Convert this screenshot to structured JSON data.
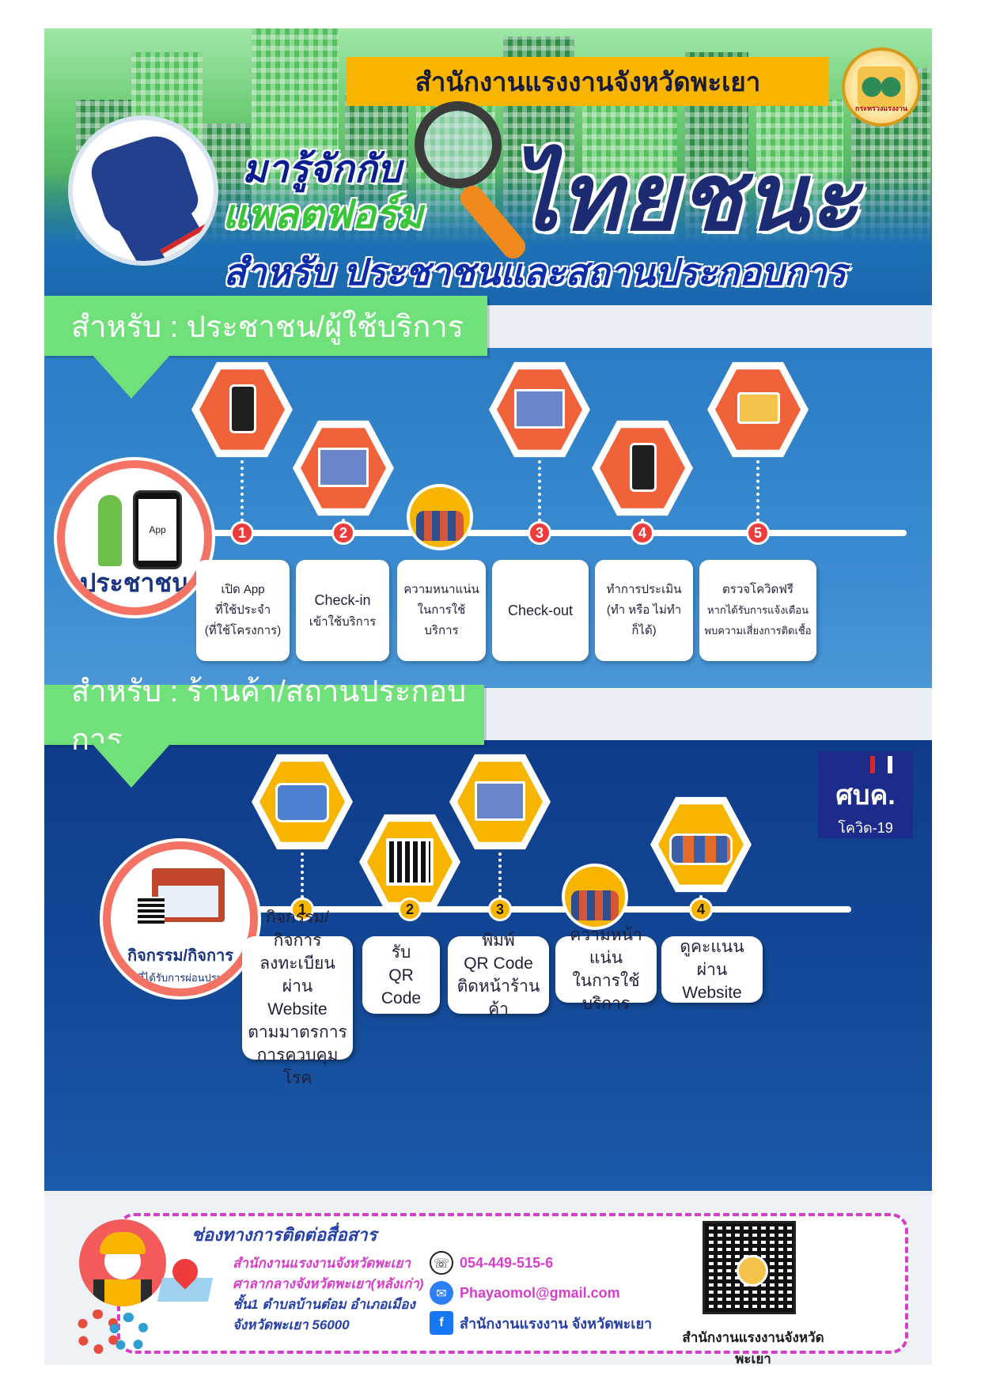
{
  "header": {
    "office": "สำนักงานแรงงานจังหวัดพะเยา",
    "seal_text": "กระทรวงแรงงาน",
    "title_line1": "มารู้จักกับ",
    "title_line2": "แพลตฟอร์ม",
    "brand": "ไทยชนะ",
    "subtitle": "สำหรับ ประชาชนและสถานประกอบการ"
  },
  "section_people": {
    "tab": "สำหรับ : ประชาชน/ผู้ใช้บริการ",
    "actor": "ประชาชน",
    "phone_label": "App",
    "steps": [
      {
        "num": "1",
        "lines": [
          "เปิด App",
          "ที่ใช้ประจำ",
          "(ที่ใช้โครงการ)"
        ]
      },
      {
        "num": "2",
        "lines": [
          "Check-in",
          "เข้าใช้บริการ"
        ]
      },
      {
        "num": "",
        "lines": [
          "ความหนาแน่น",
          "ในการใช้บริการ"
        ]
      },
      {
        "num": "3",
        "lines": [
          "Check-out"
        ]
      },
      {
        "num": "4",
        "lines": [
          "ทำการประเมิน",
          "(ทำ หรือ ไม่ทำก็ได้)"
        ]
      },
      {
        "num": "5",
        "lines": [
          "ตรวจโควิดฟรี",
          "หากได้รับการแจ้งเตือน",
          "พบความเสี่ยงการติดเชื้อ"
        ]
      }
    ]
  },
  "section_business": {
    "tab": "สำหรับ : ร้านค้า/สถานประกอบการ",
    "actor": "กิจกรรม/กิจการ",
    "actor_sub": "ที่ได้รับการผ่อนปรน",
    "cdc_logo": {
      "line1": "ศบค.",
      "line2": "โควิด-19"
    },
    "steps": [
      {
        "num": "1",
        "lines": [
          "กิจกรรม/กิจการ",
          "ลงทะเบียนผ่าน",
          "Website",
          "ตามมาตรการ",
          "การควบคุมโรค"
        ]
      },
      {
        "num": "2",
        "lines": [
          "รับ",
          "QR Code"
        ]
      },
      {
        "num": "3",
        "lines": [
          "พิมพ์",
          "QR Code",
          "ติดหน้าร้านค้า"
        ]
      },
      {
        "num": "",
        "lines": [
          "ความหน้าแน่น",
          "ในการใช้บริการ"
        ]
      },
      {
        "num": "4",
        "lines": [
          "ดูคะแนนผ่าน",
          "Website"
        ]
      }
    ]
  },
  "footer": {
    "title": "ช่องทางการติดต่อสื่อสาร",
    "address": [
      "สำนักงานแรงงานจังหวัดพะเยา",
      "ศาลากลางจังหวัดพะเยา(หลังเก่า)",
      "ชั้น1 ตำบลบ้านต๋อม อำเภอเมือง",
      "จังหวัดพะเยา 56000"
    ],
    "phone": "054-449-515-6",
    "email": "Phayaomol@gmail.com",
    "facebook": "สำนักงานแรงงาน จังหวัดพะเยา",
    "qr_caption": "สำนักงานแรงงานจังหวัดพะเยา"
  },
  "colors": {
    "accent_green": "#6fe07a",
    "accent_yellow": "#f7b500",
    "accent_red": "#ee3b3b",
    "navy": "#1d2b73"
  }
}
